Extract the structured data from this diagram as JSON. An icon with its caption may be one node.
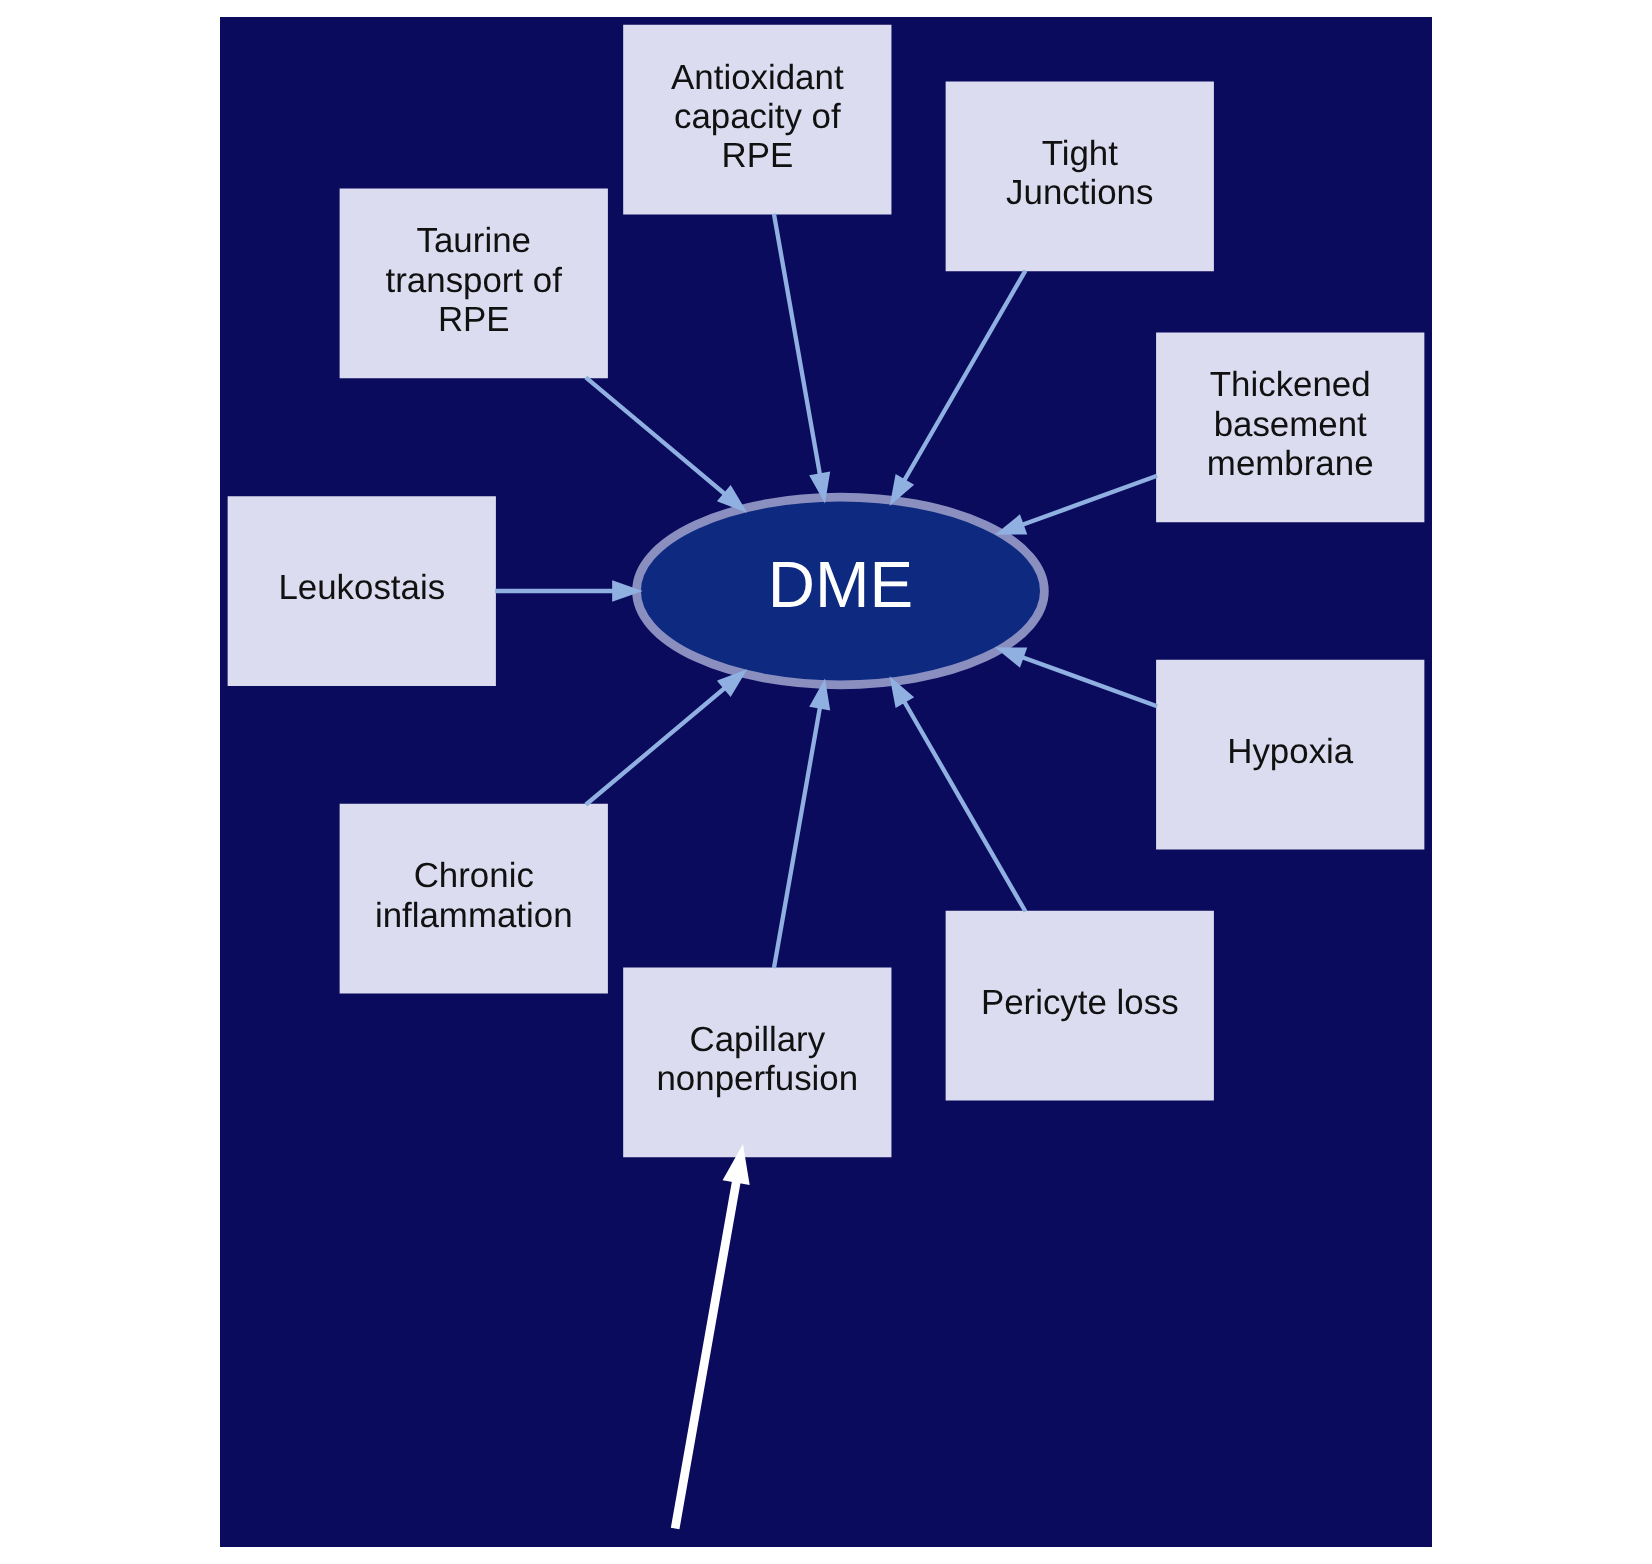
{
  "diagram": {
    "nodes": [
      {
        "text": [
          "DME"
        ]
      },
      {
        "text": [
          "Thickened basement membrane"
        ]
      },
      {
        "text": [
          "Tight Junctions"
        ]
      },
      {
        "text": [
          "Antioxidant capacity of RPE"
        ]
      },
      {
        "text": [
          "Taurine transport of RPE"
        ]
      },
      {
        "text": [
          "Leukostais"
        ]
      },
      {
        "text": [
          "Chronic inflammation"
        ]
      },
      {
        "text": [
          "Capillary nonperfusion"
        ]
      },
      {
        "text": [
          "Pericyte loss"
        ]
      },
      {
        "text": [
          "Hypoxia"
        ]
      }
    ],
    "edges": [
      {
        "from": 1,
        "to": 0,
        "arrow": "to"
      },
      {
        "from": 2,
        "to": 0,
        "arrow": "to"
      },
      {
        "from": 3,
        "to": 0,
        "arrow": "to"
      },
      {
        "from": 4,
        "to": 0,
        "arrow": "to"
      },
      {
        "from": 5,
        "to": 0,
        "arrow": "to"
      },
      {
        "from": 6,
        "to": 0,
        "arrow": "to"
      },
      {
        "from": 7,
        "to": 0,
        "arrow": "to"
      },
      {
        "from": 8,
        "to": 0,
        "arrow": "to"
      },
      {
        "from": 9,
        "to": 0,
        "arrow": "to"
      },
      {
        "from": null,
        "to": 7,
        "arrow": "to",
        "style": "thick",
        "color": "#ffffff"
      }
    ]
  }
}
